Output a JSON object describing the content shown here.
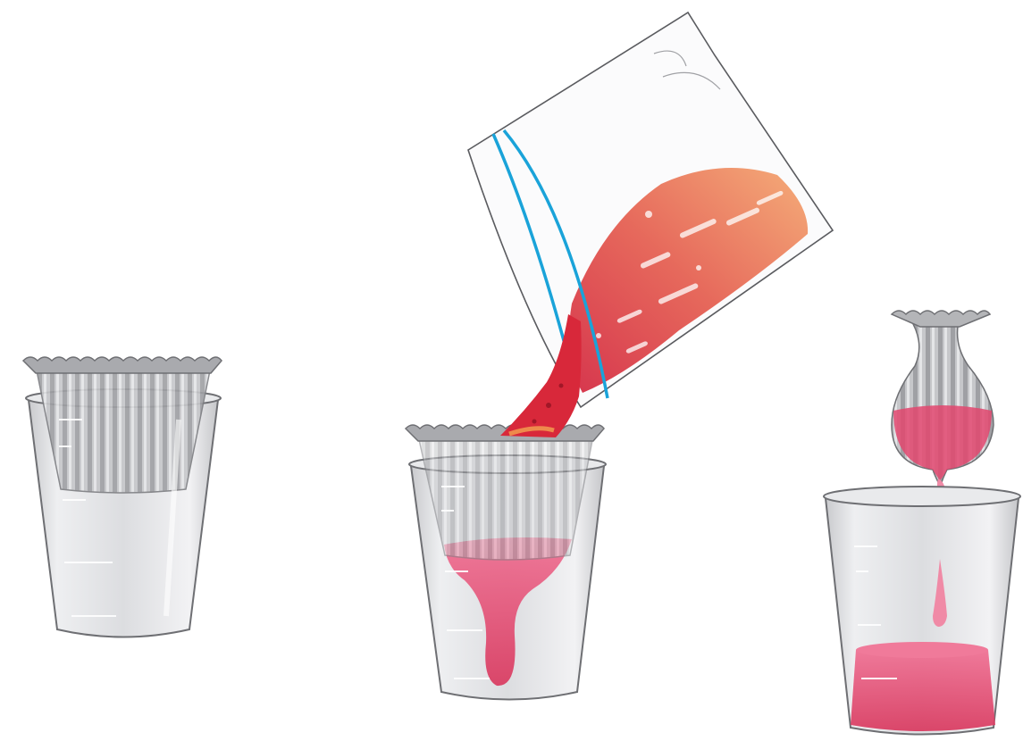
{
  "illustration": {
    "steps": [
      {
        "id": "step-1",
        "description_hidden": ""
      },
      {
        "id": "step-2",
        "description_hidden": ""
      },
      {
        "id": "step-3",
        "description_hidden": ""
      }
    ],
    "colors": {
      "background": "#ffffff",
      "cup_body": "#dcdde0",
      "cup_outline": "#6e6f73",
      "filter_paper": "#bdbec1",
      "filter_dark": "#8c8d91",
      "liquid_pink": "#e2476f",
      "liquid_light": "#f08aa6",
      "mash_red": "#d8283a",
      "mash_orange": "#ee8a4c",
      "zip_blue": "#1aa3d9"
    }
  }
}
